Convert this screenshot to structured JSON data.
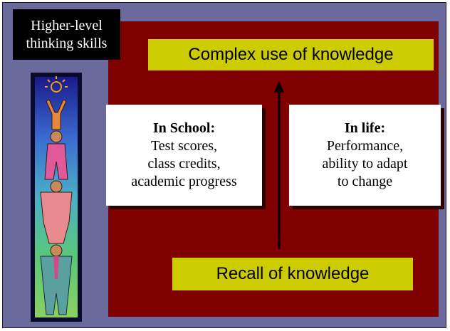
{
  "slide": {
    "title_lines": [
      "Higher-level",
      "thinking skills"
    ],
    "top_label": "Complex use of  knowledge",
    "bottom_label": "Recall of knowledge",
    "school_card": {
      "heading": "In School:",
      "lines": [
        "Test scores,",
        "class credits,",
        "academic progress"
      ]
    },
    "life_card": {
      "heading": "In life:",
      "lines": [
        "Performance,",
        "ability to adapt",
        "to change"
      ]
    }
  },
  "colors": {
    "background": "#6a6a9c",
    "panel": "#800000",
    "label_bar": "#cccc00",
    "title_box": "#000000"
  },
  "icons": {
    "figure": "stacked-people-reaching-for-sun",
    "arrow": "up-arrow"
  }
}
